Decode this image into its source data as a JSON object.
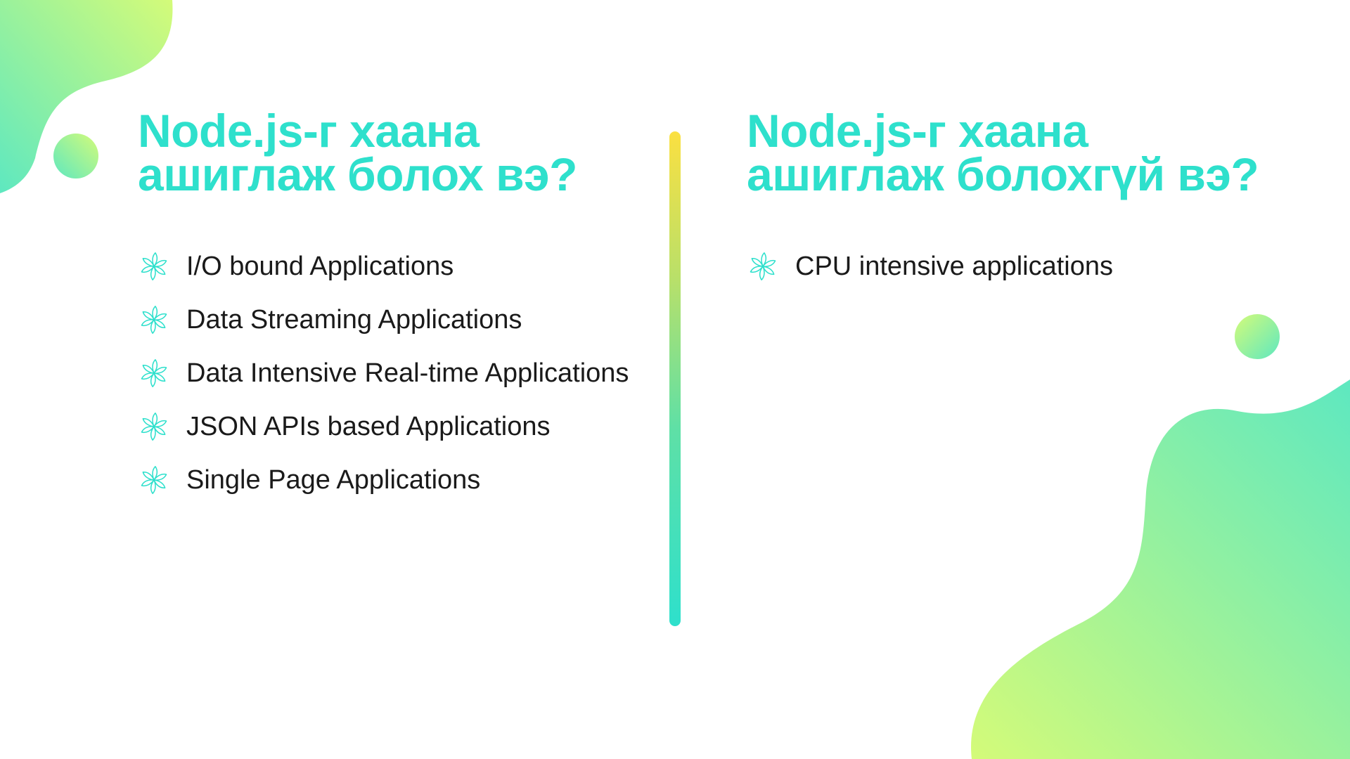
{
  "colors": {
    "accent": "#2ee0cc",
    "text": "#1a1a1a",
    "blob_light": "#d4fb79",
    "blob_mint": "#5ee8c0"
  },
  "left": {
    "heading_line1": "Node.js-г хаана",
    "heading_line2": "ашиглаж болох вэ?",
    "items": [
      {
        "label": "I/O bound Applications",
        "icon": "flower-icon"
      },
      {
        "label": "Data Streaming Applications",
        "icon": "flower-icon"
      },
      {
        "label": "Data Intensive Real-time Applications",
        "icon": "flower-icon"
      },
      {
        "label": "JSON APIs based Applications",
        "icon": "flower-icon"
      },
      {
        "label": "Single Page Applications",
        "icon": "flower-icon"
      }
    ]
  },
  "right": {
    "heading_line1": "Node.js-г хаана",
    "heading_line2": "ашиглаж болохгүй вэ?",
    "items": [
      {
        "label": "CPU intensive applications",
        "icon": "flower-icon"
      }
    ]
  }
}
